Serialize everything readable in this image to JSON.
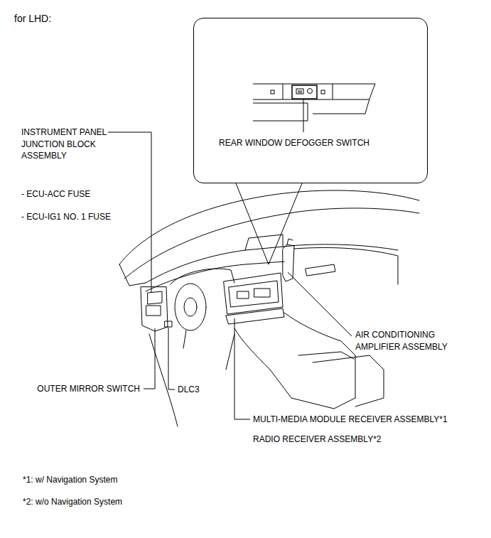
{
  "diagram": {
    "title": "for LHD:",
    "nodes": [
      {
        "text": [
          "REAR WINDOW DEFOGGER SWITCH"
        ]
      }
    ],
    "labels": [
      "INSTRUMENT PANEL JUNCTION BLOCK ASSEMBLY",
      "- ECU-ACC FUSE",
      "- ECU-IG1 NO. 1 FUSE",
      "AIR CONDITIONING AMPLIFIER ASSEMBLY",
      "OUTER MIRROR SWITCH",
      "DLC3",
      "MULTI-MEDIA MODULE RECEIVER ASSEMBLY*1",
      "RADIO RECEIVER ASSEMBLY*2",
      "*1: w/ Navigation System",
      "*2: w/o Navigation System"
    ]
  }
}
